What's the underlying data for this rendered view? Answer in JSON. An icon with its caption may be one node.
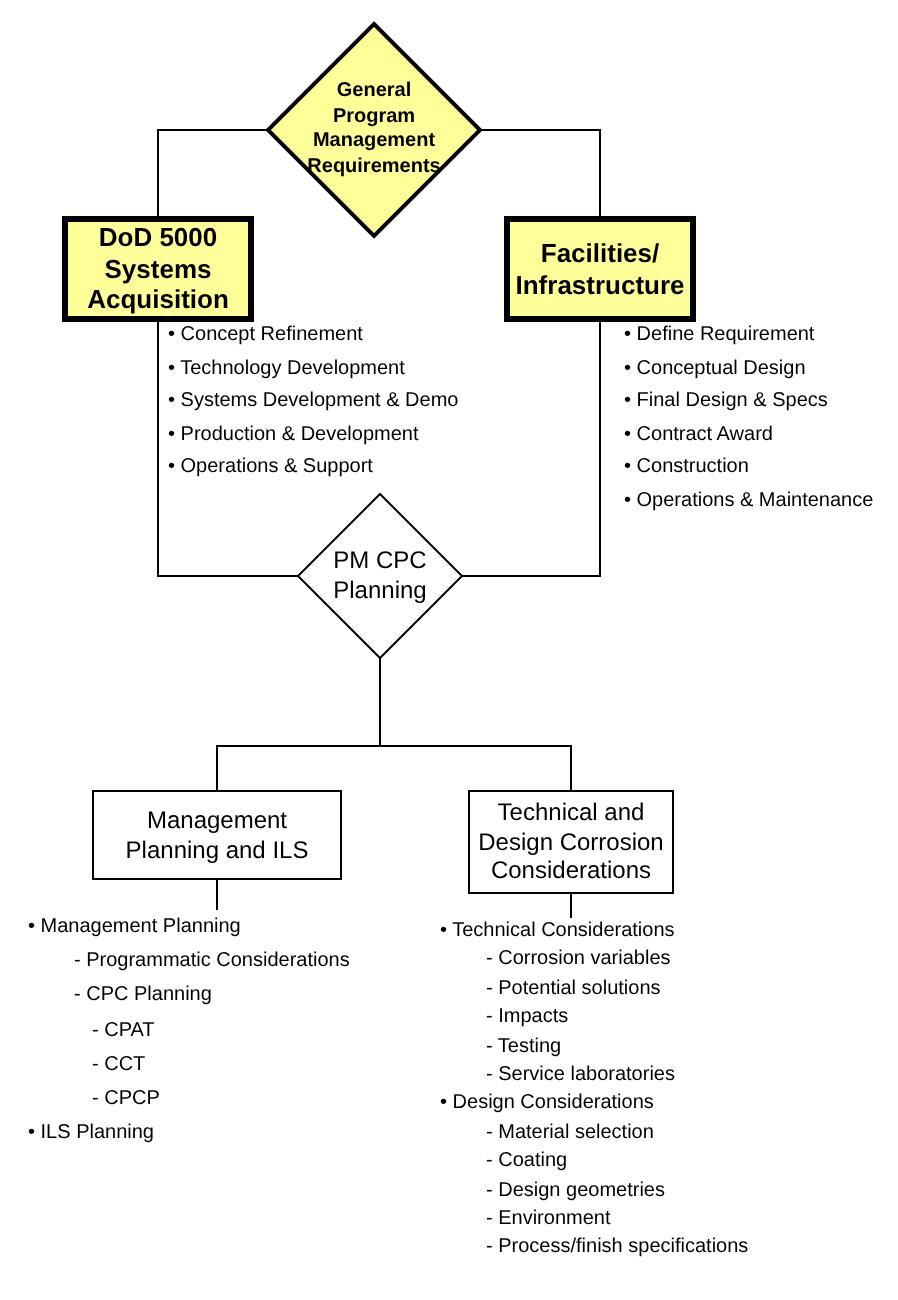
{
  "diagram": {
    "nodes": [
      {
        "text": [
          "General Program Management Requirements"
        ]
      },
      {
        "text": [
          "DoD 5000 Systems Acquisition"
        ],
        "beside": [
          "• Concept Refinement",
          "• Technology Development",
          "• Systems Development & Demo",
          "• Production & Development",
          "• Operations & Support"
        ]
      },
      {
        "text": [
          "Facilities/ Infrastructure"
        ],
        "beside": [
          "• Define Requirement",
          "• Conceptual Design",
          "• Final Design & Specs",
          "• Contract Award",
          "• Construction",
          "• Operations & Maintenance"
        ]
      },
      {
        "text": [
          "PM CPC Planning"
        ]
      },
      {
        "text": [
          "Management Planning and ILS"
        ]
      },
      {
        "text": [
          "Technical and Design Corrosion Considerations"
        ]
      },
      {
        "text": [
          "• Management Planning",
          "- Programmatic Considerations",
          "- CPC Planning",
          "- CPAT",
          "- CCT",
          "- CPCP",
          "• ILS Planning"
        ]
      },
      {
        "text": [
          "• Technical Considerations",
          "- Corrosion variables",
          "- Potential solutions",
          "- Impacts",
          "- Testing",
          "- Service laboratories",
          "• Design Considerations",
          "- Material selection",
          "- Coating",
          "- Design geometries",
          "- Environment",
          "- Process/finish specifications"
        ]
      }
    ],
    "edges": [
      {
        "from": 0,
        "to": 1,
        "arrow": "none"
      },
      {
        "from": 0,
        "to": 2,
        "arrow": "none"
      },
      {
        "from": 1,
        "to": 3,
        "arrow": "none"
      },
      {
        "from": 2,
        "to": 3,
        "arrow": "none"
      },
      {
        "from": 3,
        "to": 4,
        "arrow": "none"
      },
      {
        "from": 3,
        "to": 5,
        "arrow": "none"
      },
      {
        "from": 4,
        "to": 6,
        "arrow": "none"
      },
      {
        "from": 5,
        "to": 7,
        "arrow": "none"
      }
    ]
  }
}
